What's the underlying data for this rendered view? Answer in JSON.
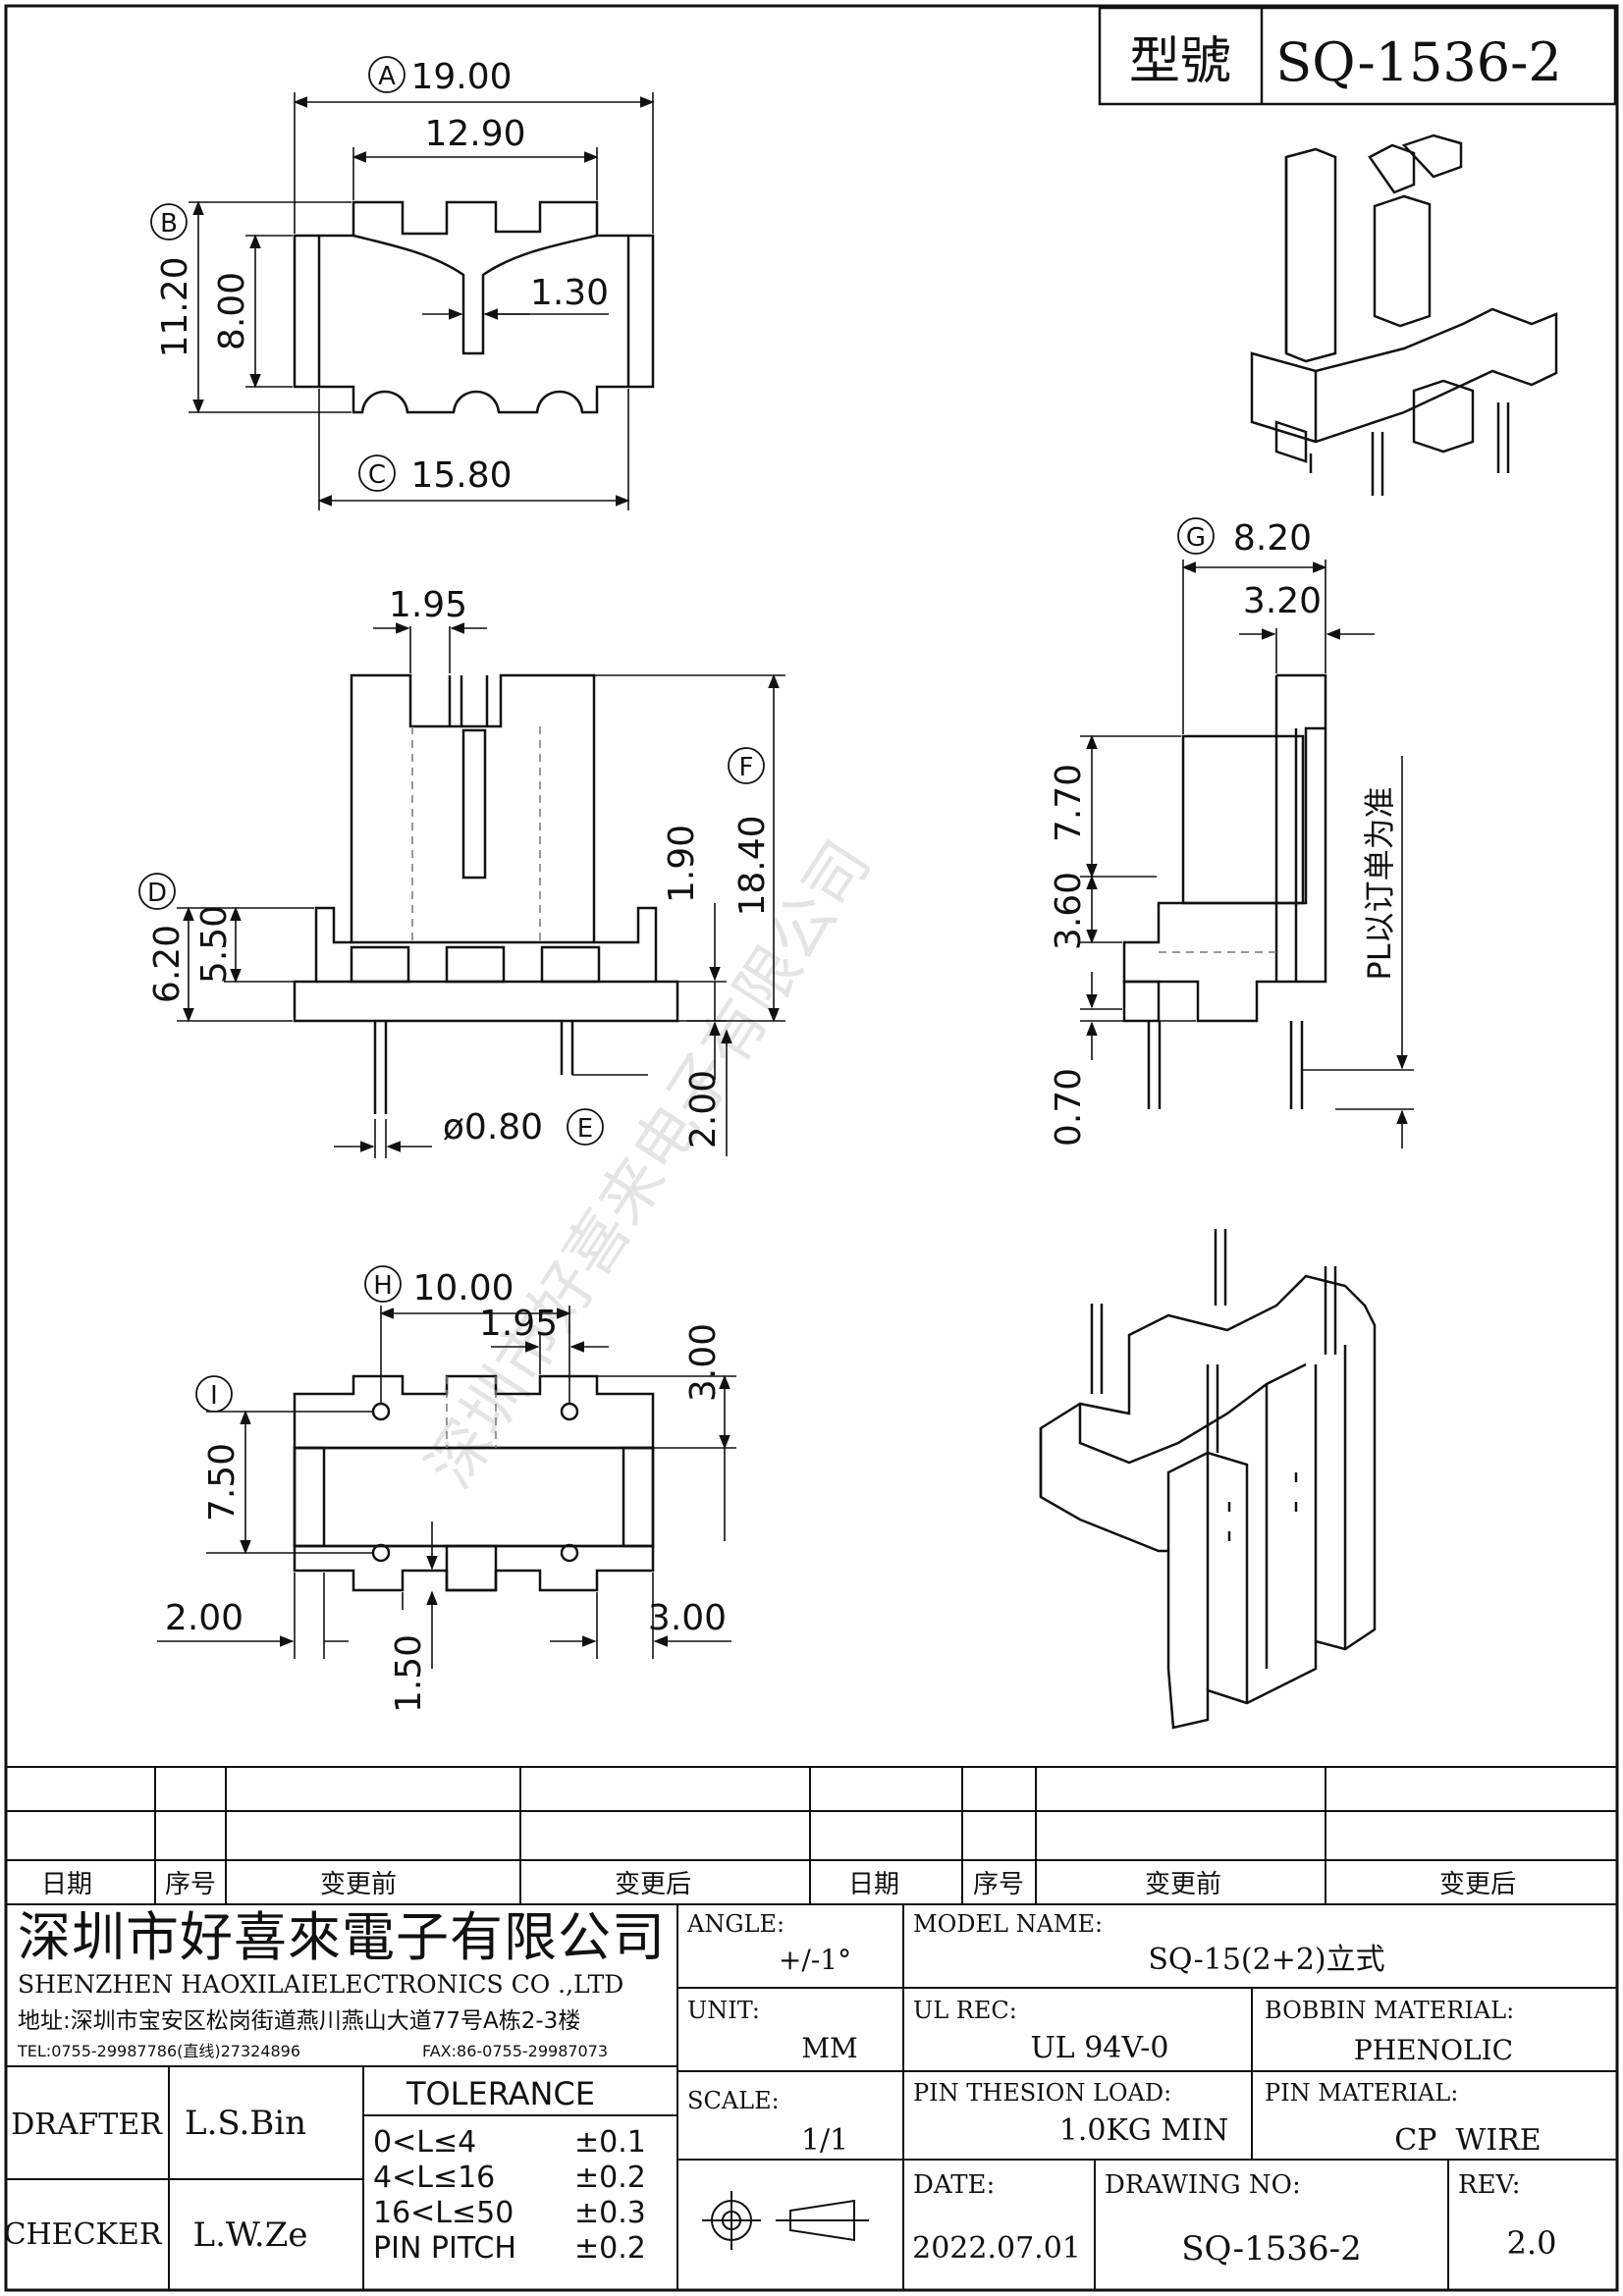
{
  "title_block": {
    "model_label": "型號",
    "model_value": "SQ-1536-2"
  },
  "dimensions": {
    "top_view": {
      "a_label": "A",
      "a_value": "19.00",
      "inner_width": "12.90",
      "b_label": "B",
      "b_value": "11.20",
      "inner_height": "8.00",
      "slot_width": "1.30",
      "c_label": "C",
      "c_value": "15.80"
    },
    "front_view": {
      "slot": "1.95",
      "f_label": "F",
      "f_value": "18.40",
      "base_height": "1.90",
      "d_label": "D",
      "d_value": "6.20",
      "flange_height": "5.50",
      "pin_diameter": "ø0.80",
      "e_label": "E",
      "pin_length": "2.00"
    },
    "side_view": {
      "g_label": "G",
      "g_value": "8.20",
      "offset": "3.20",
      "upper": "7.70",
      "lower": "3.60",
      "bottom": "0.70",
      "note": "PL以订单为准"
    },
    "bottom_view": {
      "h_label": "H",
      "h_value": "10.00",
      "pitch": "1.95",
      "right_height": "3.00",
      "i_label": "I",
      "i_value": "7.50",
      "left_offset": "2.00",
      "right_offset": "3.00",
      "bottom_offset": "1.50"
    }
  },
  "revision_table": {
    "headers": [
      "日期",
      "序号",
      "变更前",
      "变更后",
      "日期",
      "序号",
      "变更前",
      "变更后"
    ]
  },
  "company": {
    "name_cn": "深圳市好喜來電子有限公司",
    "name_en": "SHENZHEN HAOXILAIELECTRONICS CO .,LTD",
    "address": "地址:深圳市宝安区松岗街道燕川燕山大道77号A栋2-3楼",
    "tel": "TEL:0755-29987786(直线)27324896",
    "fax": "FAX:86-0755-29987073",
    "watermark": "深圳市好喜来电子有限公司"
  },
  "staff": {
    "drafter_label": "DRAFTER",
    "drafter_value": "L.S.Bin",
    "checker_label": "CHECKER",
    "checker_value": "L.W.Ze"
  },
  "tolerance": {
    "title": "TOLERANCE",
    "rows": [
      {
        "range": "0<L≤4",
        "value": "±0.1"
      },
      {
        "range": "4<L≤16",
        "value": "±0.2"
      },
      {
        "range": "16<L≤50",
        "value": "±0.3"
      },
      {
        "range": "PIN PITCH",
        "value": "±0.2"
      }
    ]
  },
  "specs": {
    "angle_label": "ANGLE:",
    "angle_value": "+/-1°",
    "unit_label": "UNIT:",
    "unit_value": "MM",
    "scale_label": "SCALE:",
    "scale_value": "1/1",
    "model_name_label": "MODEL NAME:",
    "model_name_value": "SQ-15(2+2)立式",
    "ul_label": "UL REC:",
    "ul_value": "UL 94V-0",
    "bobbin_label": "BOBBIN MATERIAL:",
    "bobbin_value": "PHENOLIC",
    "pin_load_label": "PIN THESION LOAD:",
    "pin_load_value": "1.0KG MIN",
    "pin_material_label": "PIN MATERIAL:",
    "pin_material_value": "CP  WIRE",
    "date_label": "DATE:",
    "date_value": "2022.07.01",
    "drawing_no_label": "DRAWING NO:",
    "drawing_no_value": "SQ-1536-2",
    "rev_label": "REV:",
    "rev_value": "2.0"
  }
}
